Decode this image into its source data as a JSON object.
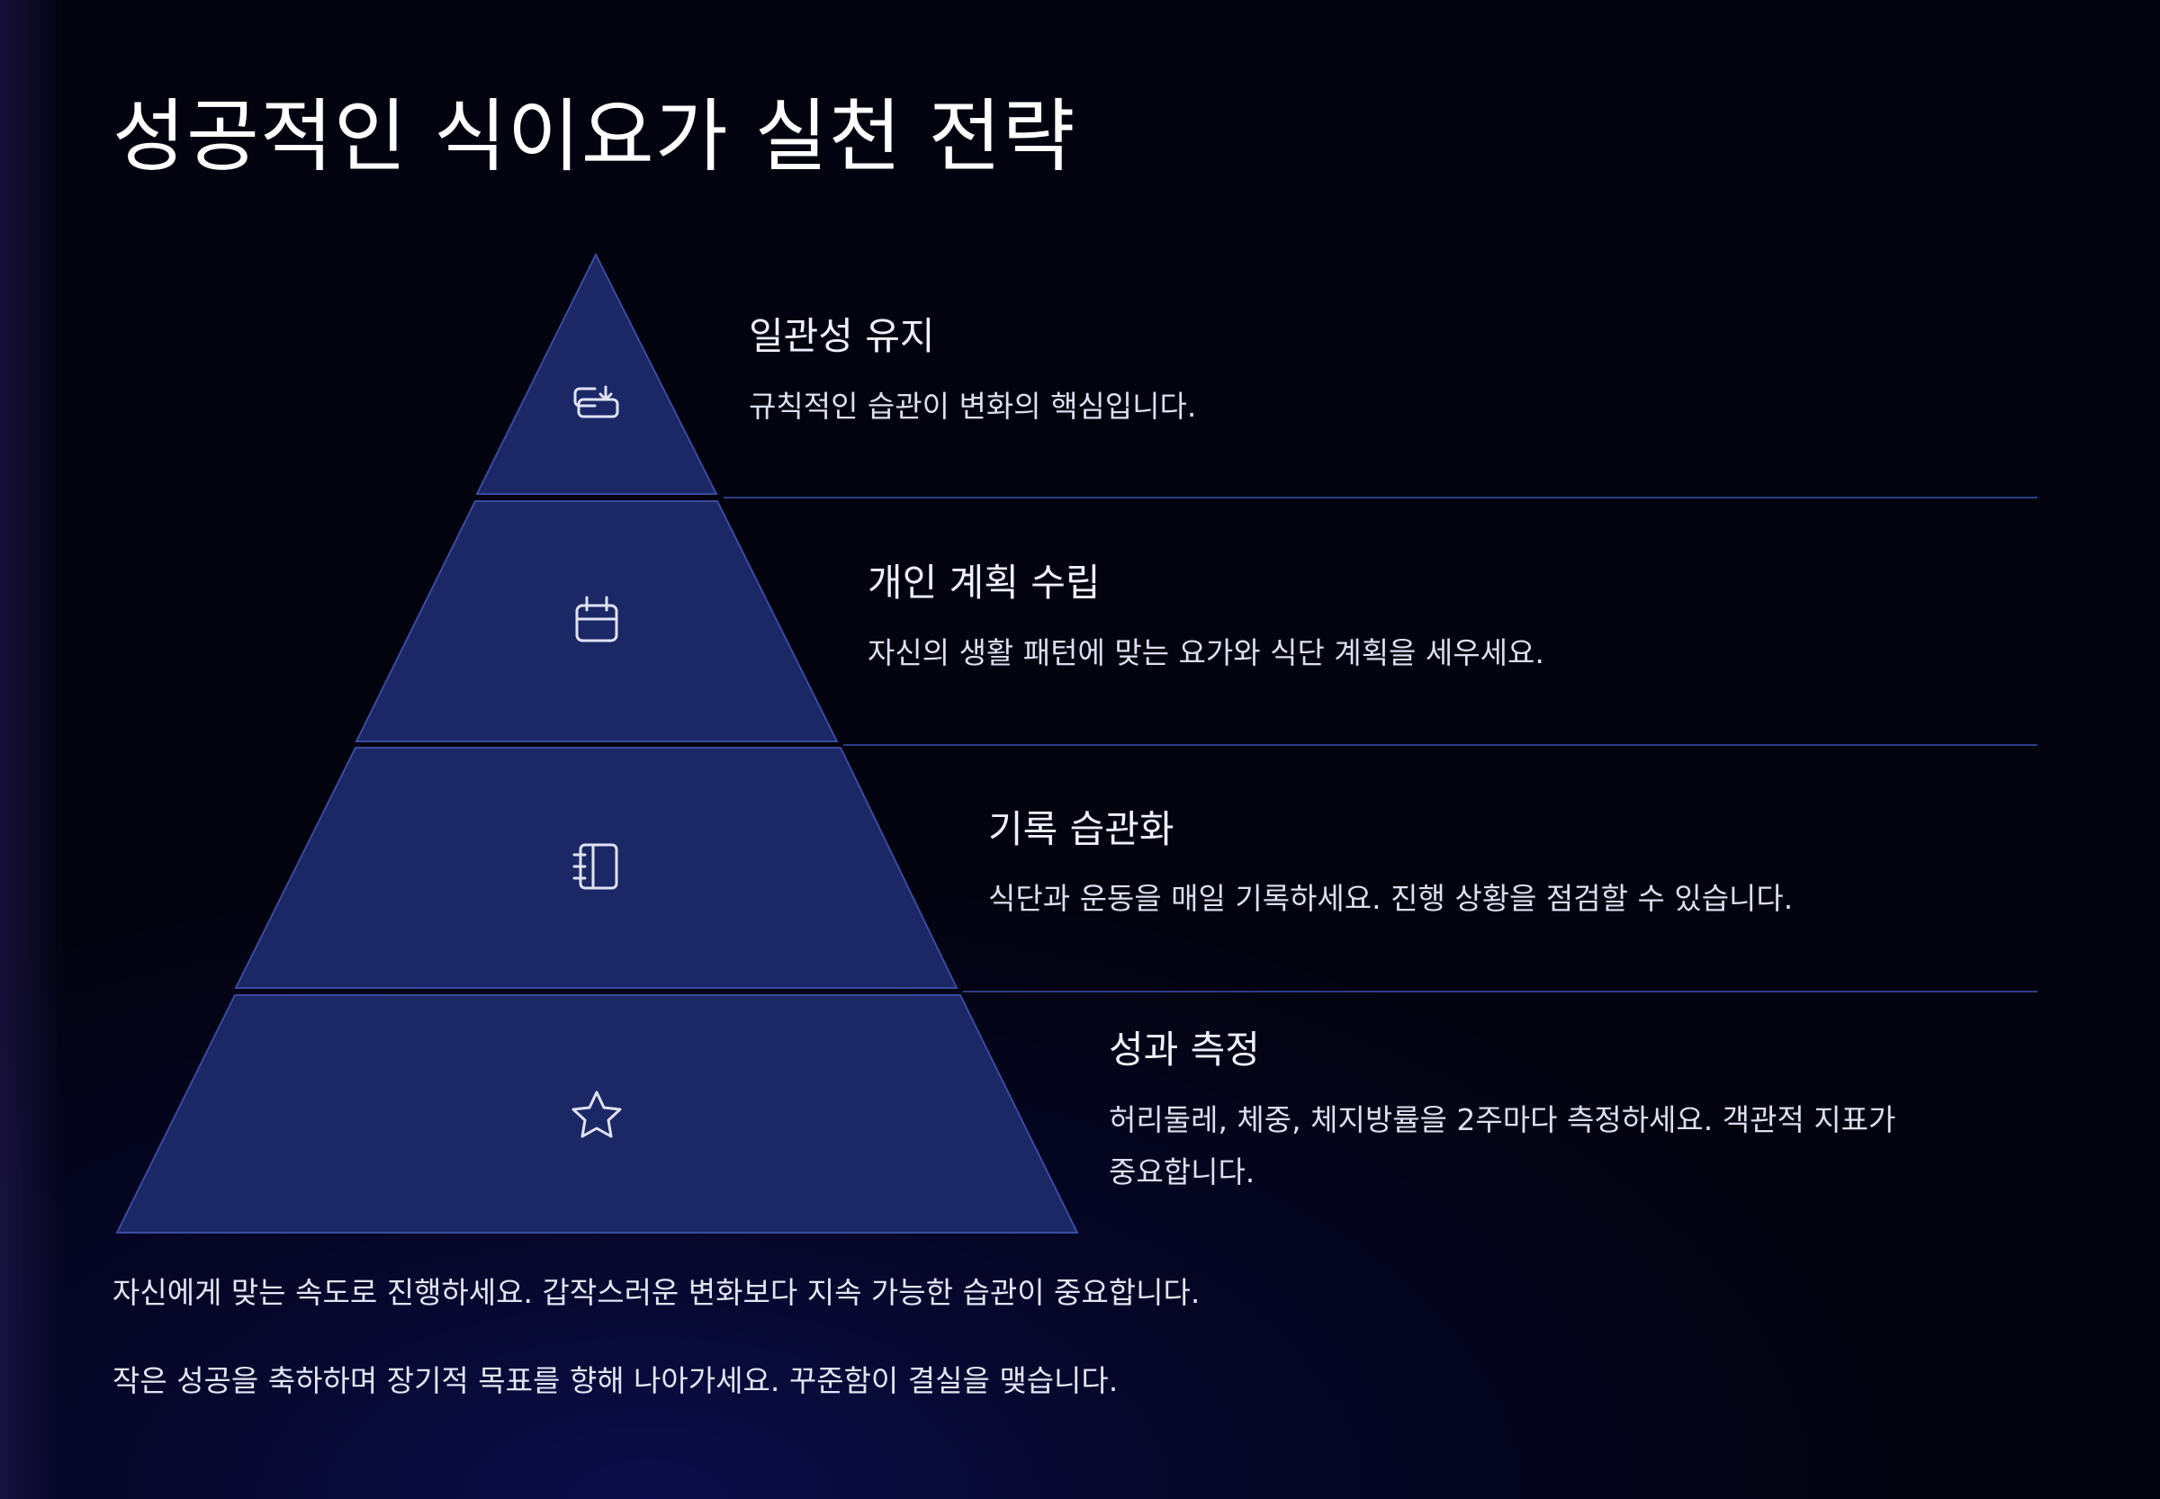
{
  "title": "성공적인 식이요가 실천 전략",
  "levels": [
    {
      "icon": "clipboard-arrow-icon",
      "title": "일관성 유지",
      "description": "규칙적인 습관이 변화의 핵심입니다."
    },
    {
      "icon": "calendar-icon",
      "title": "개인 계획 수립",
      "description": "자신의 생활 패턴에 맞는 요가와 식단 계획을 세우세요."
    },
    {
      "icon": "notebook-icon",
      "title": "기록 습관화",
      "description": "식단과 운동을 매일 기록하세요. 진행 상황을 점검할 수 있습니다."
    },
    {
      "icon": "star-icon",
      "title": "성과 측정",
      "description": "허리둘레, 체중, 체지방률을 2주마다 측정하세요. 객관적 지표가 중요합니다."
    }
  ],
  "notes": [
    "자신에게 맞는 속도로 진행하세요. 갑작스러운 변화보다 지속 가능한 습관이 중요합니다.",
    "작은 성공을 축하하며 장기적 목표를 향해 나아가세요. 꾸준함이 결실을 맺습니다."
  ],
  "colors": {
    "segment_fill": "#1c2766",
    "segment_stroke": "#3a4b9e",
    "divider": "#2f3c86",
    "text": "#ffffff"
  }
}
